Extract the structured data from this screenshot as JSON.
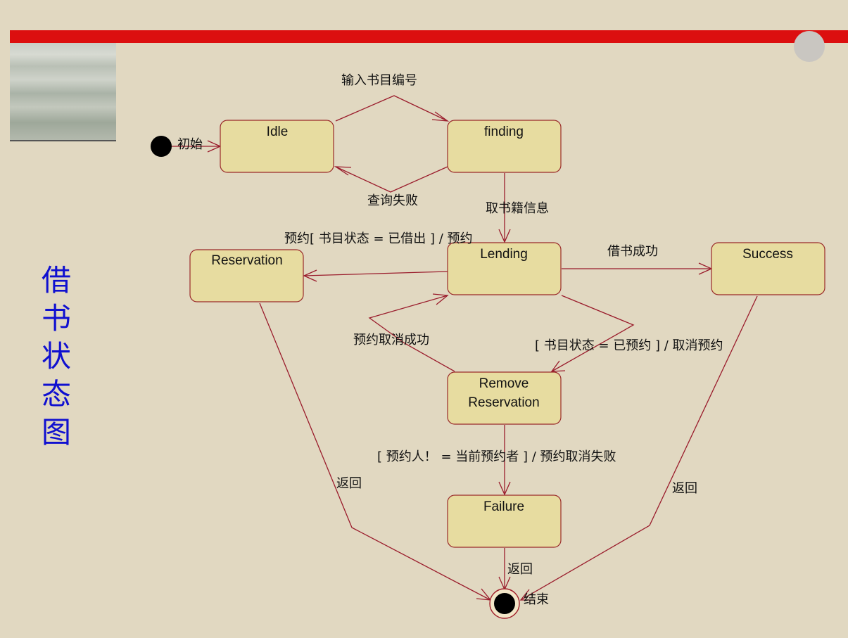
{
  "slide": {
    "title": "借书状态图",
    "colors": {
      "background": "#e1d8c1",
      "accent_bar": "#dc0f0f",
      "title": "#1010d0",
      "state_fill": "#e7dca0",
      "edge": "#9a1c2c"
    }
  },
  "diagram": {
    "states": {
      "idle": "Idle",
      "finding": "finding",
      "lending": "Lending",
      "reservation": "Reservation",
      "success": "Success",
      "remove_reservation_line1": "Remove",
      "remove_reservation_line2": "Reservation",
      "failure": "Failure"
    },
    "transitions": {
      "initial": "初始",
      "input_book_no": "输入书目编号",
      "query_failed": "查询失败",
      "get_book_info": "取书籍信息",
      "reserve": "预约[ 书目状态 = 已借出 ] / 预约",
      "borrow_success": "借书成功",
      "reserve_cancel_success": "预约取消成功",
      "cancel_reservation": "[ 书目状态 = 已预约 ] / 取消预约",
      "cancel_failed": "[ 预约人！ = 当前预约者 ] / 预约取消失败",
      "return_reservation": "返回",
      "return_success": "返回",
      "return_failure": "返回",
      "end": "结束"
    }
  }
}
